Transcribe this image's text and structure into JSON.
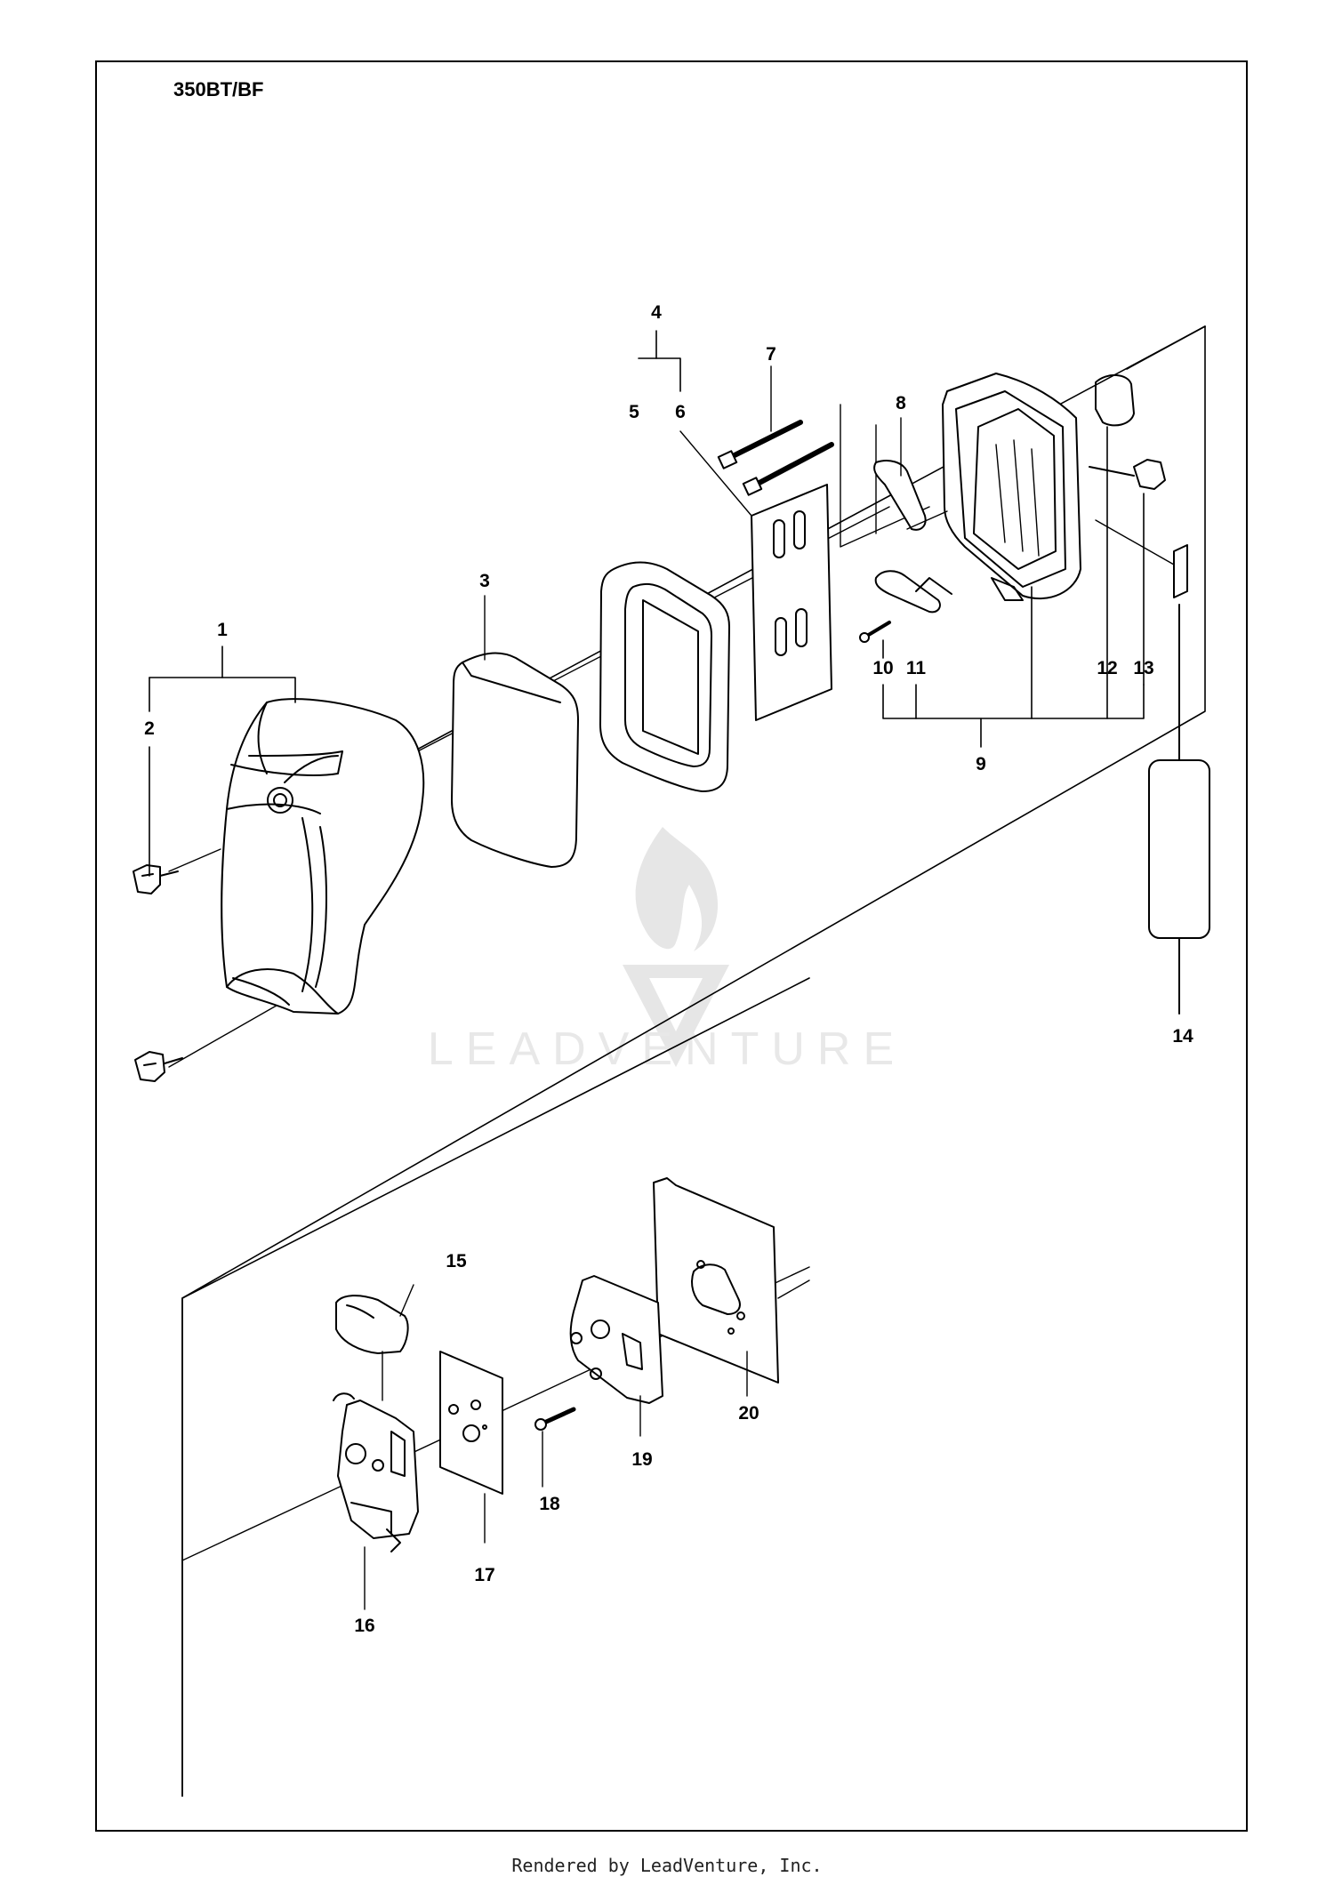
{
  "diagram": {
    "model": "350BT/BF",
    "watermark": "LEADVENTURE",
    "footer": "Rendered by LeadVenture, Inc.",
    "callouts": [
      "1",
      "2",
      "3",
      "4",
      "5",
      "6",
      "7",
      "8",
      "9",
      "10",
      "11",
      "12",
      "13",
      "14",
      "15",
      "16",
      "17",
      "18",
      "19",
      "20"
    ]
  }
}
